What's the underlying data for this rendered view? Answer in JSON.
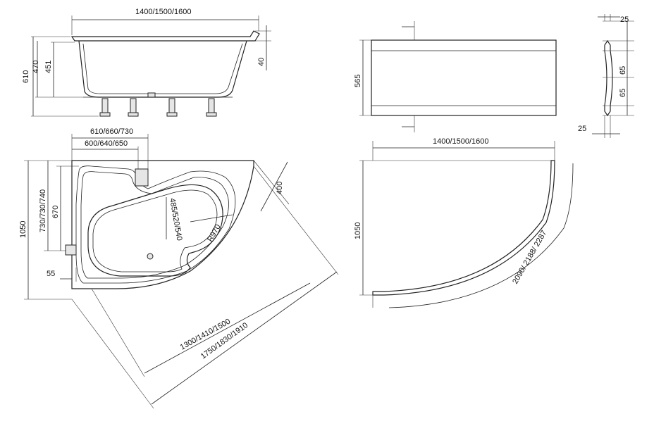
{
  "dims": {
    "side_length": "1400/1500/1600",
    "side_610": "610",
    "side_470": "470",
    "side_451": "451",
    "side_40": "40",
    "panel_565": "565",
    "profile_25_top": "25",
    "profile_65_a": "65",
    "profile_65_b": "65",
    "profile_25_bottom": "25",
    "top_610": "610/660/730",
    "top_600": "600/640/650",
    "top_1050": "1050",
    "top_730": "730/730/740",
    "top_670": "670",
    "top_55": "55",
    "top_400": "400",
    "top_485": "485/520/540",
    "top_r970": "R970",
    "top_1300": "1300/1410/1500",
    "top_1750": "1750/1830/1910",
    "curved_length": "1400/1500/1600",
    "curved_1050": "1050",
    "curved_arc": "2090/ 2188/ 2287"
  }
}
